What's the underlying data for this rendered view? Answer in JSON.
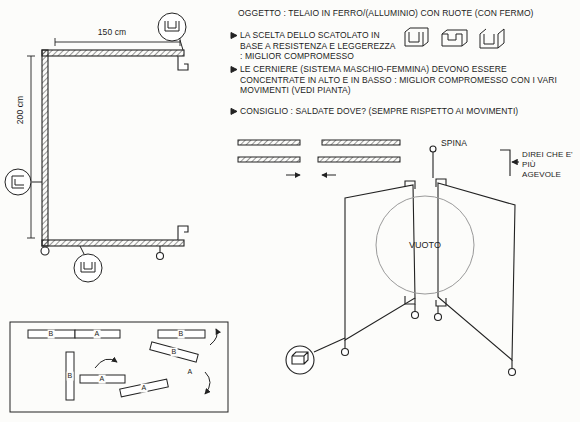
{
  "diagram": {
    "nodes": [
      {
        "text": [
          "VUOTO"
        ]
      }
    ],
    "labels": [
      "150 cm",
      "200 cm",
      "OGGETTO : TELAIO IN FERRO/(ALLUMINIO) CON RUOTE (CON FERMO)",
      "LA SCELTA DELLO SCATOLATO IN BASE A RESISTENZA E LEGGEREZZA : MIGLIOR COMPROMESSO",
      "LE CERNIERE (SISTEMA MASCHIO-FEMMINA) DEVONO ESSERE CONCENTRATE IN ALTO E IN BASSO : MIGLIOR COMPROMESSO CON I VARI MOVIMENTI (VEDI PIANTA)",
      "CONSIGLIO : SALDATE DOVE? (SEMPRE RISPETTO AI MOVIMENTI)",
      "SPINA",
      "DIREI CHE E' PIÙ AGEVOLE",
      "B",
      "A",
      "B",
      "B",
      "A",
      "B",
      "A",
      "A"
    ]
  }
}
